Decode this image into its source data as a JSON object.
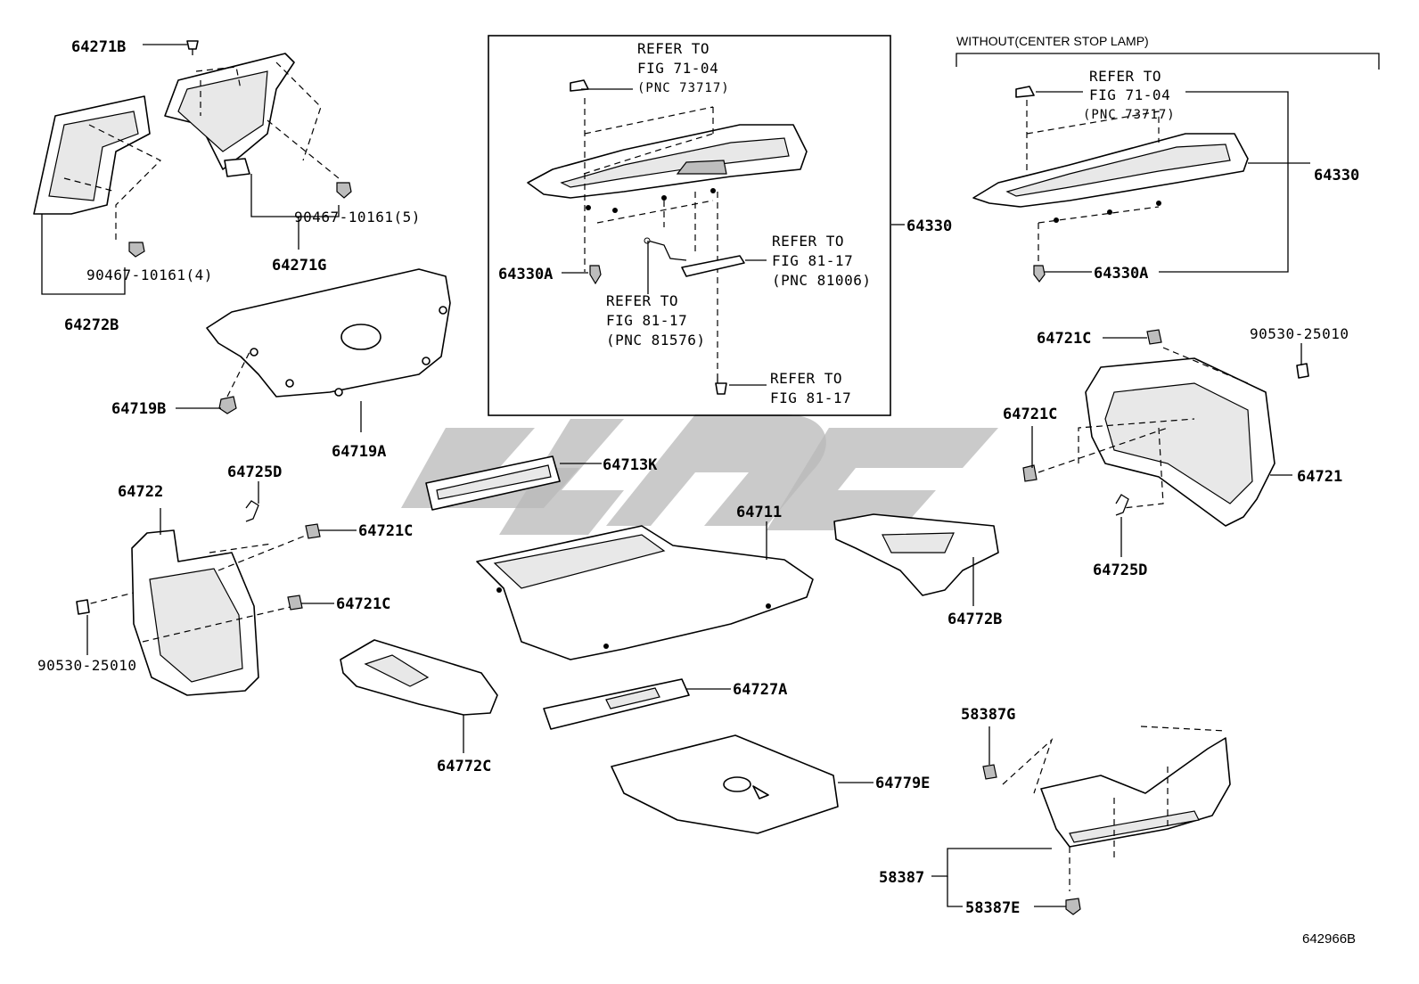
{
  "diagram": {
    "code": "642966B",
    "variant_header": "WITHOUT(CENTER STOP LAMP)",
    "labels": {
      "p64271B": "64271B",
      "p90467_5": "90467-10161(5)",
      "p90467_4": "90467-10161(4)",
      "p64271G": "64271G",
      "p64272B": "64272B",
      "p64719B": "64719B",
      "p64719A": "64719A",
      "p64330A_main": "64330A",
      "p64330_main": "64330",
      "p64330_alt": "64330",
      "p64330A_alt": "64330A",
      "p64721C_r1": "64721C",
      "p90530_r": "90530-25010",
      "p64721C_r2": "64721C",
      "p64721_r": "64721",
      "p64725D_r": "64725D",
      "p64713K": "64713K",
      "p64711": "64711",
      "p64772B": "64772B",
      "p64722": "64722",
      "p64725D_l": "64725D",
      "p64721C_l1": "64721C",
      "p64721C_l2": "64721C",
      "p90530_l": "90530-25010",
      "p64772C": "64772C",
      "p64727A": "64727A",
      "p64779E": "64779E",
      "p58387G": "58387G",
      "p58387": "58387",
      "p58387E": "58387E"
    },
    "refs": {
      "r1_line1": "REFER TO",
      "r1_line2": "FIG 71-04",
      "r1_line3": "(PNC 73717)",
      "r2_line1": "REFER TO",
      "r2_line2": "FIG 81-17",
      "r2_line3": "(PNC 81006)",
      "r3_line1": "REFER TO",
      "r3_line2": "FIG 81-17",
      "r3_line3": "(PNC 81576)",
      "r4_line1": "REFER TO",
      "r4_line2": "FIG 81-17",
      "r5_line1": "REFER TO",
      "r5_line2": "FIG 71-04",
      "r5_line3": "(PNC 73717)"
    },
    "colors": {
      "ink": "#000000",
      "watermark": "#b8b8b8",
      "background": "#ffffff"
    }
  }
}
